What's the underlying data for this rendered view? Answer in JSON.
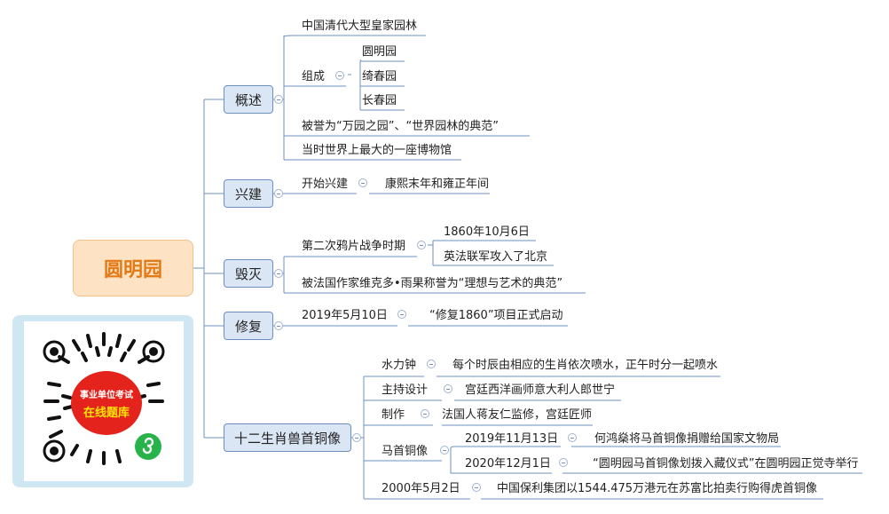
{
  "root": "圆明园",
  "branches": {
    "b1": "概述",
    "b2": "兴建",
    "b3": "毁灭",
    "b4": "修复",
    "b5": "十二生肖兽首铜像"
  },
  "overview": {
    "t1": "中国清代大型皇家园林",
    "t2": "组成",
    "parts": [
      "圆明园",
      "绮春园",
      "长春园"
    ],
    "t3": "被誉为“万园之园”、“世界园林的典范”",
    "t4": "当时世界上最大的一座博物馆"
  },
  "build": {
    "t1": "开始兴建",
    "t2": "康熙末年和雍正年间"
  },
  "destroy": {
    "t1": "第二次鸦片战争时期",
    "t2": "1860年10月6日",
    "t3": "英法联军攻入了北京",
    "t4": "被法国作家维克多•雨果称誉为“理想与艺术的典范”"
  },
  "repair": {
    "t1": "2019年5月10日",
    "t2": "“修复1860”项目正式启动"
  },
  "zodiac": {
    "a1": "水力钟",
    "a2": "每个时辰由相应的生肖依次喷水，正午时分一起喷水",
    "b1": "主持设计",
    "b2": "宫廷西洋画师意大利人郎世宁",
    "c1": "制作",
    "c2": "法国人蒋友仁监修，宫廷匠师",
    "d1": "马首铜像",
    "d2": "2019年11月13日",
    "d3": "何鸿燊将马首铜像捐赠给国家文物局",
    "d4": "2020年12月1日",
    "d5": "“圆明园马首铜像划拨入藏仪式”在圆明园正觉寺举行",
    "e1": "2000年5月2日",
    "e2": "中国保利集团以1544.475万港元在苏富比拍卖行购得虎首铜像"
  },
  "qr": {
    "line1": "事业单位考试",
    "line2": "在线题库"
  },
  "colors": {
    "line": "#6d8fc0",
    "root_bg": "#fde2c4",
    "root_text": "#e47a16",
    "branch_bg": "#dbe6f5"
  }
}
